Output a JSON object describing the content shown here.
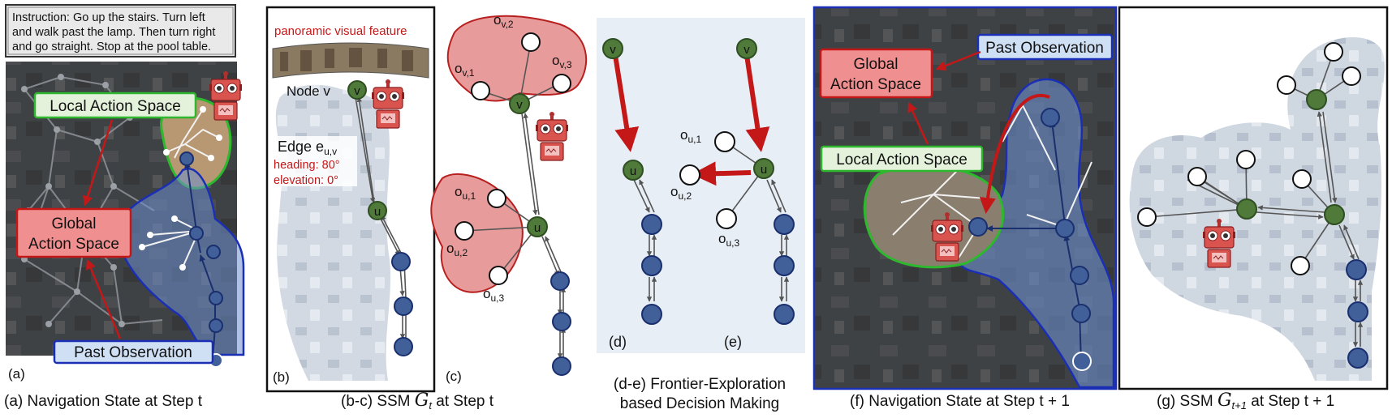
{
  "instruction": {
    "line1": "Instruction: Go up the stairs. Turn left",
    "line2": "and walk past the lamp. Then turn right",
    "line3": "and go straight. Stop at the pool table."
  },
  "panel_a": {
    "local_action_space": "Local Action Space",
    "global_line1": "Global",
    "global_line2": "Action Space",
    "past_observation": "Past Observation",
    "letter": "(a)",
    "caption": "(a) Navigation State at Step t"
  },
  "panel_b": {
    "panoramic_feature": "panoramic visual feature",
    "node_v": "Node v",
    "edge_label": "Edge e",
    "edge_sub": "u,v",
    "heading": "heading: 80°",
    "elevation": "elevation: 0°",
    "letter": "(b)",
    "node_v_label": "v",
    "node_u_label": "u"
  },
  "panel_c": {
    "letter": "(c)",
    "v_label": "v",
    "u_label": "u",
    "o_v1": "o",
    "o_v1_sub": "v,1",
    "o_v2": "o",
    "o_v2_sub": "v,2",
    "o_v3": "o",
    "o_v3_sub": "v,3",
    "o_u1": "o",
    "o_u1_sub": "u,1",
    "o_u2": "o",
    "o_u2_sub": "u,2",
    "o_u3": "o",
    "o_u3_sub": "u,3"
  },
  "caption_bc": {
    "prefix": "(b-c) SSM ",
    "symbol": "G",
    "sub": "t",
    "suffix": " at Step t"
  },
  "panel_de": {
    "letter_d": "(d)",
    "letter_e": "(e)",
    "v_label": "v",
    "u_label": "u",
    "o_u1": "o",
    "o_u1_sub": "u,1",
    "o_u2": "o",
    "o_u2_sub": "u,2",
    "o_u3": "o",
    "o_u3_sub": "u,3",
    "caption_line1": "(d-e)  Frontier-Exploration",
    "caption_line2": "based Decision Making"
  },
  "panel_f": {
    "past_observation": "Past Observation",
    "global_line1": "Global",
    "global_line2": "Action Space",
    "local_action_space": "Local Action Space",
    "caption": "(f) Navigation State at Step t + 1"
  },
  "caption_g": {
    "prefix": "(g) SSM ",
    "symbol": "G",
    "sub": "t+1",
    "suffix": " at Step t + 1"
  },
  "colors": {
    "green_node": "#4f7a3a",
    "blue_node": "#3f5a8f",
    "red_arrow": "#c41818",
    "green_box": "#e3f1dc",
    "red_box": "#f08f8f",
    "blue_box": "#cfe0f5"
  }
}
